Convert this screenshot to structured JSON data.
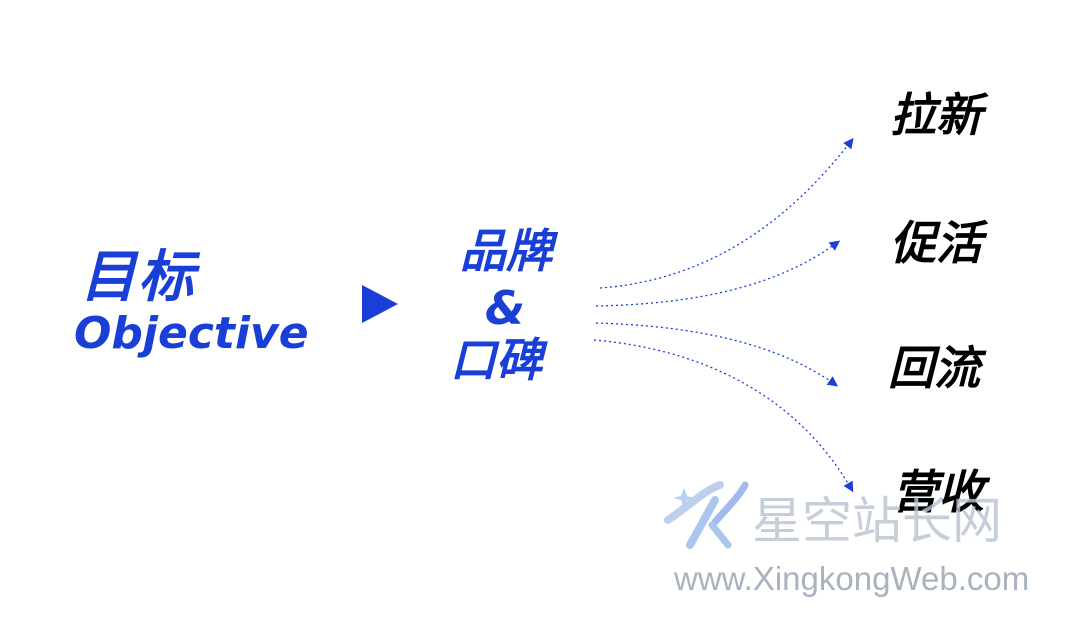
{
  "goal": {
    "cn": "目标",
    "en": "Objective"
  },
  "center": {
    "line1": "品牌",
    "line2": "&",
    "line3": "口碑"
  },
  "outcomes": [
    "拉新",
    "促活",
    "回流",
    "营收"
  ],
  "watermark": {
    "name": "星空站长网",
    "url": "www.XingkongWeb.com"
  },
  "colors": {
    "accent": "#1a3fd6",
    "outcome_text": "#000000",
    "watermark": "#b9c3d2"
  },
  "icons": {
    "arrow": "triangle-right-icon",
    "logo": "xingkong-logo-icon"
  }
}
